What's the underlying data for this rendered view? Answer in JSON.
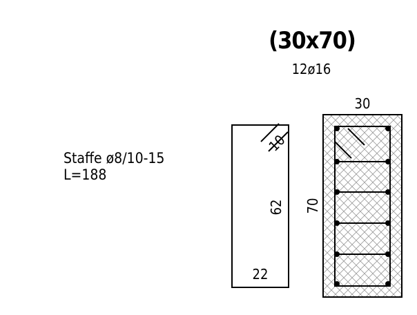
{
  "section": {
    "title": "(30x70)",
    "longitudinal_bars": "12ø16"
  },
  "stirrup_note": {
    "line1": "Staffe ø8/10-15",
    "line2": "L=188"
  },
  "stirrup_shape": {
    "hook_label": "10",
    "height_label": "62",
    "width_label": "22"
  },
  "cross_section": {
    "width_label": "30",
    "height_label": "70"
  },
  "colors": {
    "line": "#000000",
    "hatch": "#9a9a9a",
    "background": "#ffffff"
  }
}
